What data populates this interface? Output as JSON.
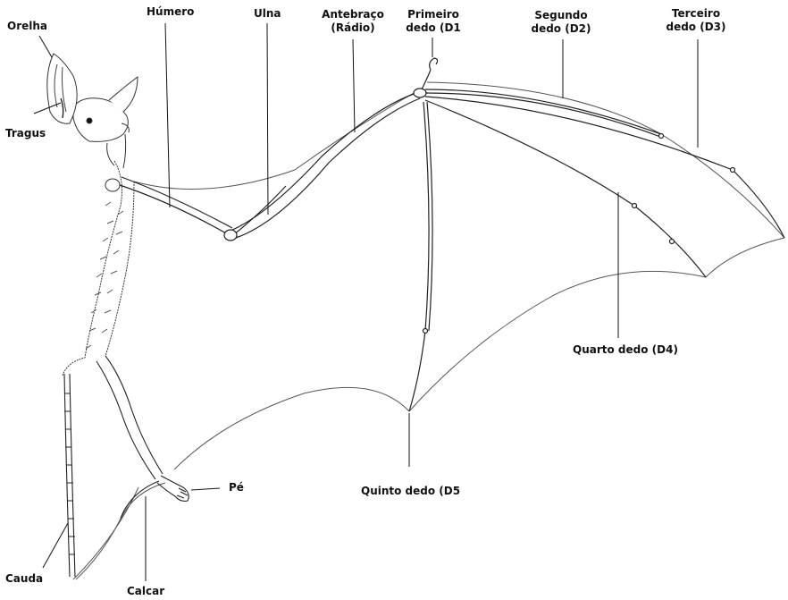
{
  "labels": {
    "orelha": "Orelha",
    "tragus": "Tragus",
    "humero": "Húmero",
    "ulna": "Ulna",
    "antebraco_l1": "Antebraço",
    "antebraco_l2": "(Rádio)",
    "primeiro_l1": "Primeiro",
    "primeiro_l2": "dedo (D1",
    "segundo_l1": "Segundo",
    "segundo_l2": "dedo (D2)",
    "terceiro_l1": "Terceiro",
    "terceiro_l2": "dedo (D3)",
    "quarto": "Quarto dedo (D4)",
    "quinto": "Quinto dedo (D5",
    "pe": "Pé",
    "cauda": "Cauda",
    "calcar": "Calcar"
  },
  "colors": {
    "ink": "#111111",
    "membrane": "#555555",
    "fur": "#444444",
    "background": "#ffffff"
  }
}
